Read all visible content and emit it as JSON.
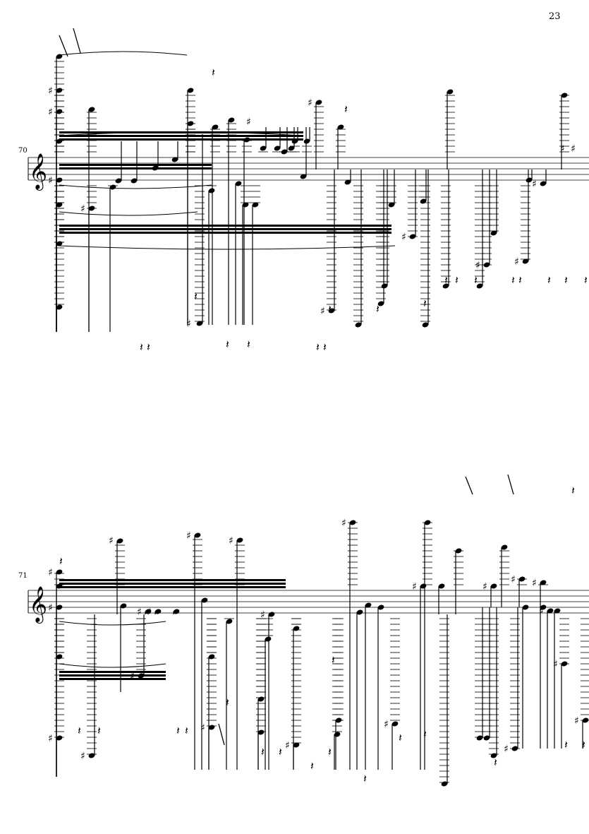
{
  "page": {
    "number": "23"
  },
  "systems": [
    {
      "measure_number": "70",
      "clef": "treble"
    },
    {
      "measure_number": "71",
      "clef": "treble"
    }
  ],
  "colors": {
    "ink": "#000000",
    "background": "#ffffff"
  }
}
